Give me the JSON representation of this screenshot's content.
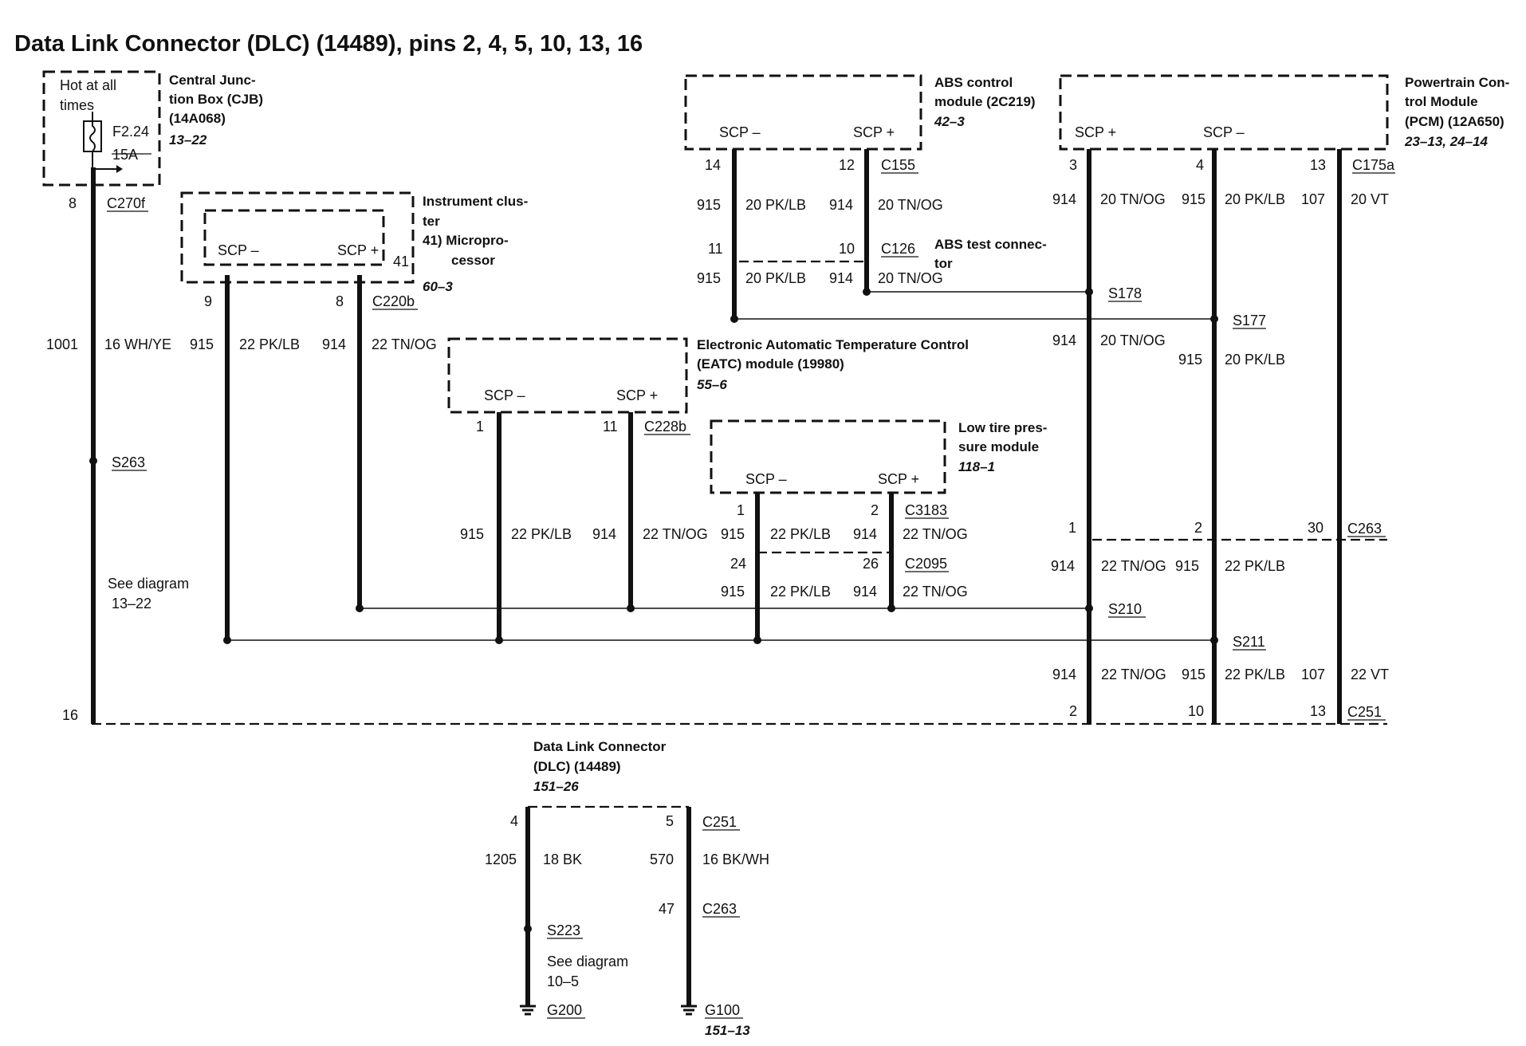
{
  "title": "Data Link Connector (DLC) (14489), pins 2, 4, 5, 10, 13, 16",
  "components": {
    "cjb": {
      "hot": [
        "Hot at all",
        "times"
      ],
      "name": [
        "Central Junc-",
        "tion Box (CJB)",
        "(14A068)"
      ],
      "ref": "13–22",
      "fuse": "F2.24",
      "amp": "15A"
    },
    "ic": {
      "name": [
        "Instrument clus-",
        "ter",
        "41)  Micropro-",
        "cessor"
      ],
      "ref": "60–3",
      "neg": "SCP –",
      "pos": "SCP +",
      "pin": "41"
    },
    "abs": {
      "name": [
        "ABS control",
        "module (2C219)"
      ],
      "ref": "42–3",
      "neg": "SCP –",
      "pos": "SCP +"
    },
    "abs_test": {
      "name": [
        "ABS test connec-",
        "tor"
      ]
    },
    "pcm": {
      "name": [
        "Powertrain Con-",
        "trol Module",
        "(PCM) (12A650)"
      ],
      "ref": "23–13, 24–14",
      "pos": "SCP +",
      "neg": "SCP –"
    },
    "eatc": {
      "name": [
        "Electronic Automatic Temperature Control",
        "(EATC) module (19980)"
      ],
      "ref": "55–6",
      "neg": "SCP –",
      "pos": "SCP +"
    },
    "ltp": {
      "name": [
        "Low tire pres-",
        "sure module"
      ],
      "ref": "118–1",
      "neg": "SCP –",
      "pos": "SCP +"
    },
    "dlc": {
      "name": [
        "Data Link Connector",
        "(DLC) (14489)"
      ],
      "ref": "151–26"
    }
  },
  "connectors": {
    "c270f": "C270f",
    "c220b": "C220b",
    "c155": "C155",
    "c126": "C126",
    "c175a": "C175a",
    "c228b": "C228b",
    "c3183": "C3183",
    "c2095": "C2095",
    "c263": "C263",
    "c251": "C251"
  },
  "splices": {
    "s263": "S263",
    "s178": "S178",
    "s177": "S177",
    "s210": "S210",
    "s211": "S211",
    "s223": "S223"
  },
  "grounds": {
    "g200": "G200",
    "g100": "G100",
    "g100_ref": "151–13"
  },
  "notes": {
    "see_a": [
      "See diagram",
      "13–22"
    ],
    "see_b": [
      "See diagram",
      "10–5"
    ]
  },
  "pins": {
    "p8": "8",
    "p16": "16",
    "ic9": "9",
    "ic8": "8",
    "abs14": "14",
    "abs12": "12",
    "abs11": "11",
    "abs10": "10",
    "pcm3": "3",
    "pcm4": "4",
    "pcm13": "13",
    "e1": "1",
    "e11": "11",
    "l1": "1",
    "l2": "2",
    "l24": "24",
    "l26": "26",
    "r1": "1",
    "r2": "2",
    "r30": "30",
    "b2": "2",
    "b10": "10",
    "b13": "13",
    "d4": "4",
    "d5": "5",
    "d47": "47"
  },
  "circuits": {
    "c1001": "1001",
    "wh": "16 WH/YE",
    "n915": "915",
    "n914": "914",
    "n107": "107",
    "n1205": "1205",
    "n570": "570",
    "pk22": "22 PK/LB",
    "tn22": "22 TN/OG",
    "pk20": "20 PK/LB",
    "tn20": "20 TN/OG",
    "vt20": "20 VT",
    "vt22": "22 VT",
    "bk18": "18 BK",
    "bkwh": "16 BK/WH"
  }
}
